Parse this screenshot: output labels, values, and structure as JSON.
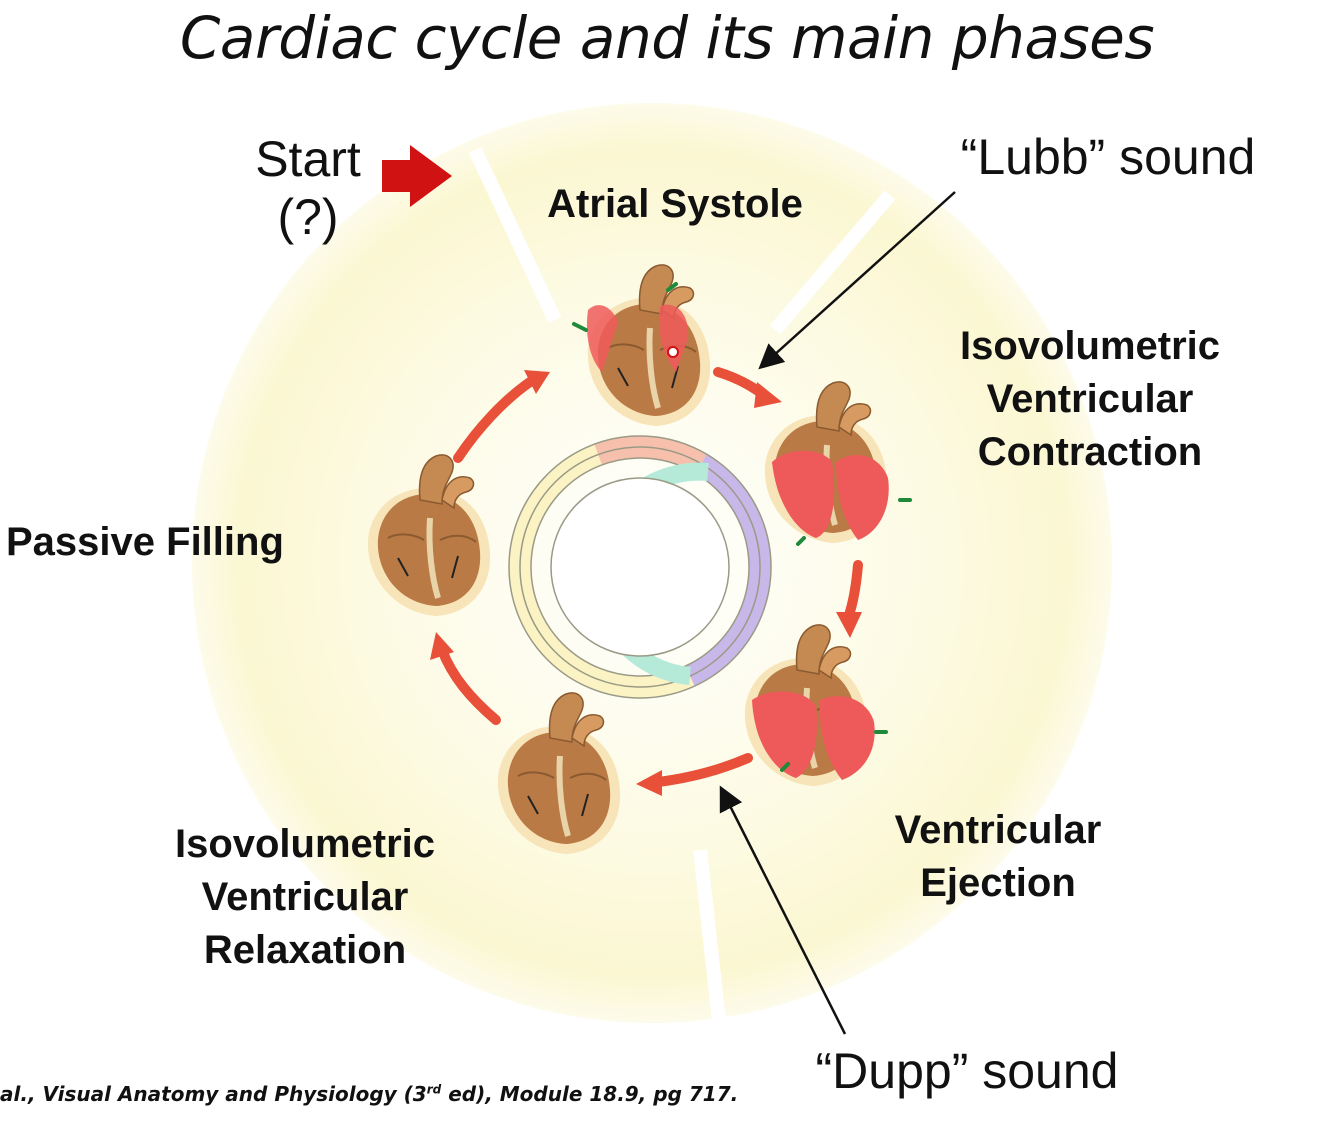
{
  "title": "Cardiac cycle and its main phases",
  "start": {
    "line1": "Start",
    "line2": "(?)"
  },
  "phases": {
    "atrial_systole": "Atrial Systole",
    "iso_contraction": [
      "Isovolumetric",
      "Ventricular",
      "Contraction"
    ],
    "ventricular_ejection": [
      "Ventricular",
      "Ejection"
    ],
    "iso_relaxation": [
      "Isovolumetric",
      "Ventricular",
      "Relaxation"
    ],
    "passive_filling": "Passive Filling"
  },
  "sounds": {
    "lubb": "“Lubb” sound",
    "dupp": "“Dupp” sound"
  },
  "citation": {
    "pre": "al., Visual Anatomy and Physiology (3",
    "sup": "rd",
    "post": " ed), Module 18.9, pg 717."
  },
  "colors": {
    "background_halo": "#fbf7d2",
    "cycle_arrow": "#e8503a",
    "start_arrow": "#d11212",
    "heart_muscle": "#b97a45",
    "heart_contracting": "#ee5a5a",
    "ring_yellow": "#fbf3c4",
    "ring_pink": "#f6c0ac",
    "ring_purple": "#c8b8ea",
    "ring_teal": "#b5ead9"
  }
}
